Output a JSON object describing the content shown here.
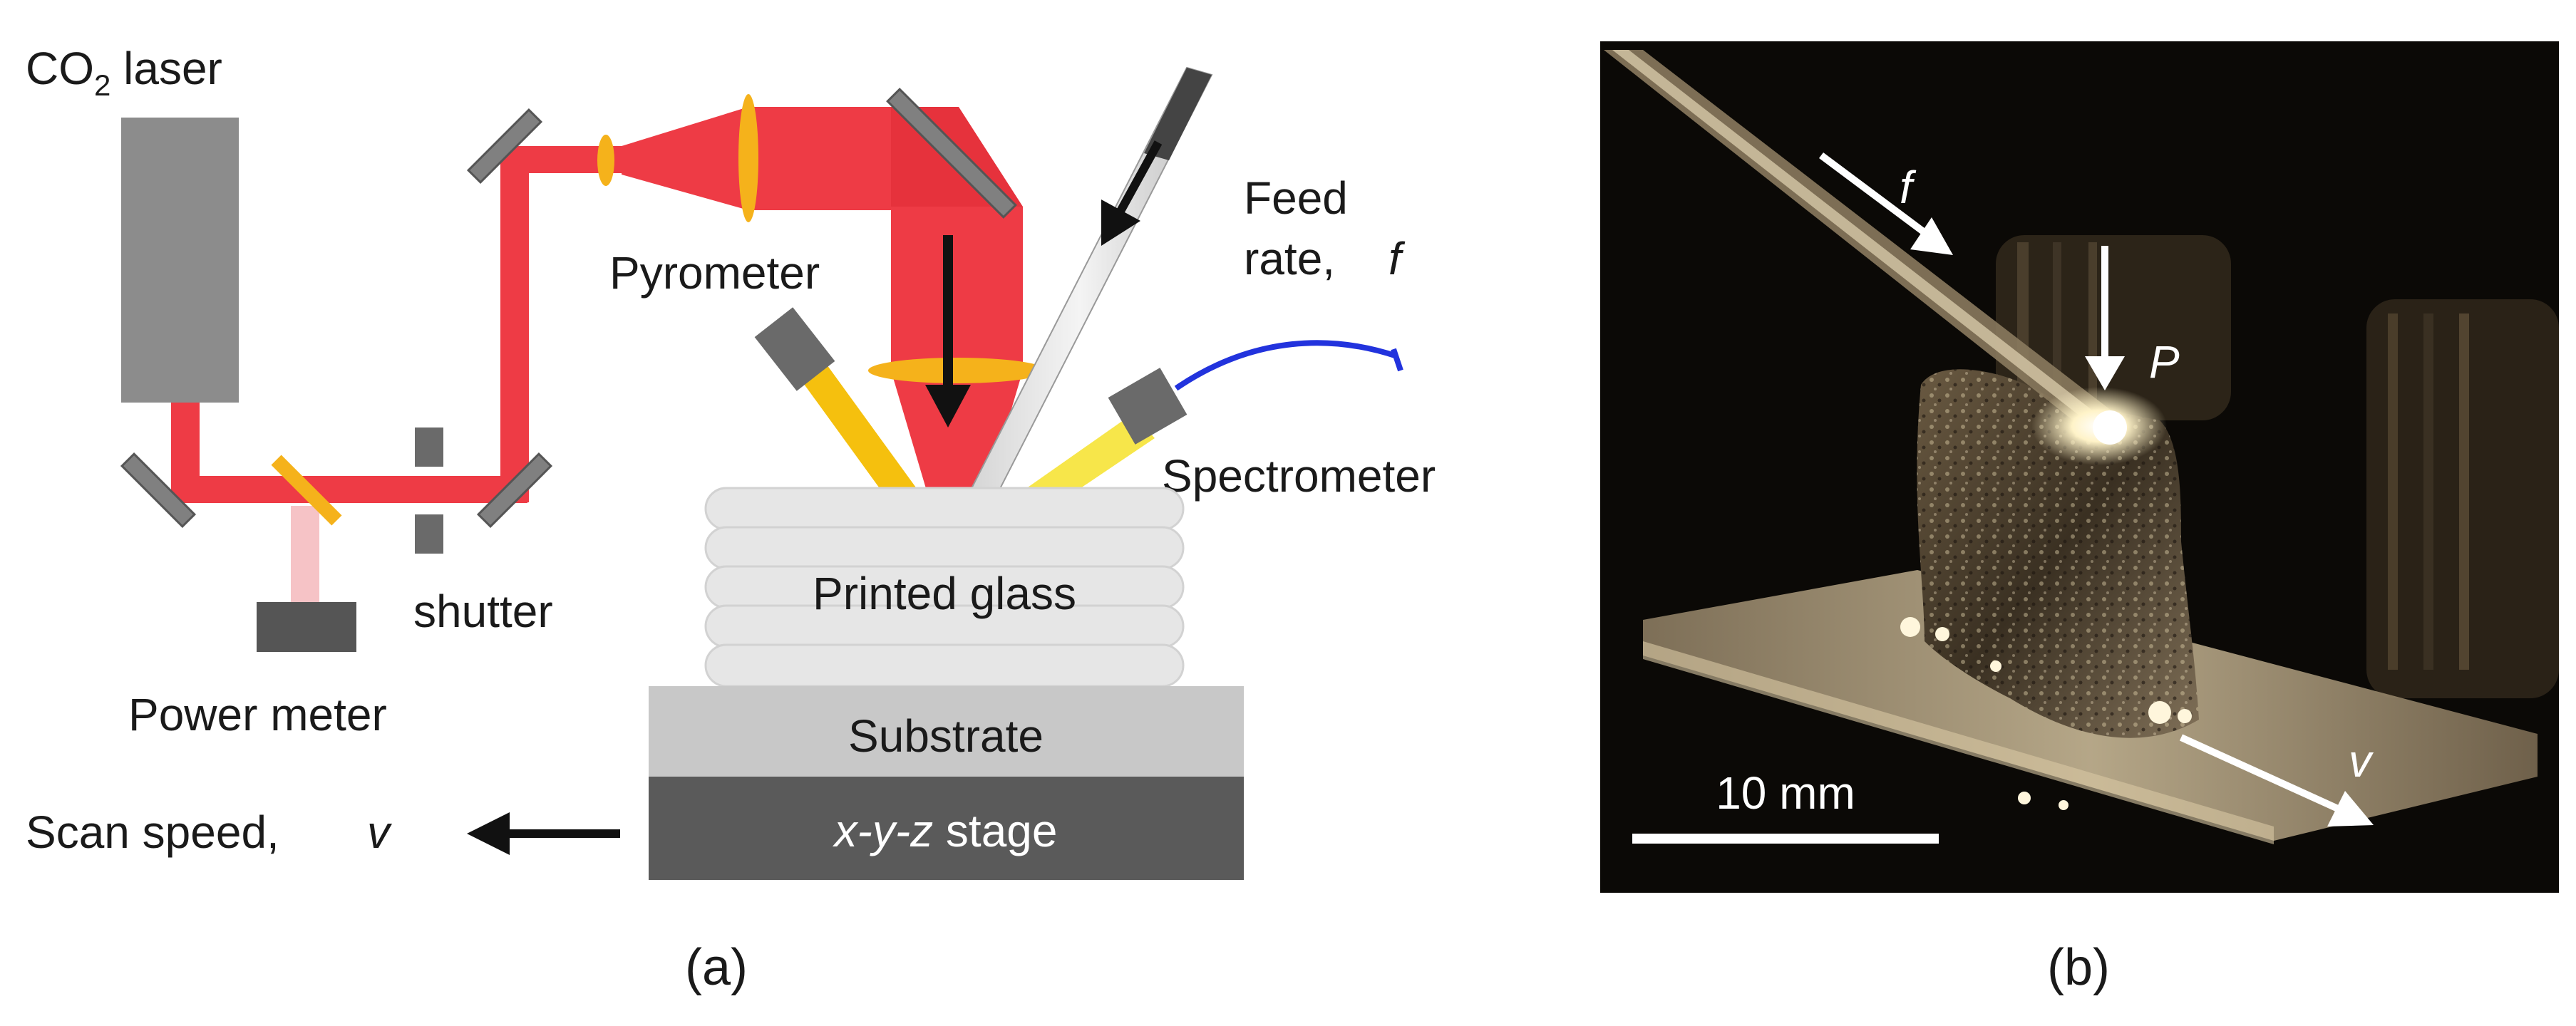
{
  "panel_a": {
    "laser_label_main": "CO",
    "laser_label_sub": "2",
    "laser_label_tail": " laser",
    "pyrometer_label": "Pyrometer",
    "feed_label_line1": "Feed",
    "feed_label_line2": "rate,",
    "feed_symbol": "f",
    "spectrometer_label": "Spectrometer",
    "shutter_label": "shutter",
    "power_meter_label": "Power meter",
    "printed_glass_label": "Printed glass",
    "substrate_label": "Substrate",
    "stage_label_var": "x-y-z",
    "stage_label_tail": " stage",
    "scan_label": "Scan speed,",
    "scan_symbol": "v",
    "caption": "(a)"
  },
  "panel_b": {
    "feed_symbol": "f",
    "power_symbol": "P",
    "velocity_symbol": "v",
    "scale_label": "10 mm",
    "caption": "(b)"
  },
  "colors": {
    "beam": "#ee3b45",
    "beam_dark": "#c9252f",
    "lens": "#f5b21b",
    "mirror": "#808080",
    "laser_body": "#8c8c8c",
    "stage": "#5a5a5a",
    "substrate": "#c8c8c8",
    "glass": "#e6e6e6",
    "fiber": "#2233dd",
    "photo_bg": "#0b0906"
  }
}
